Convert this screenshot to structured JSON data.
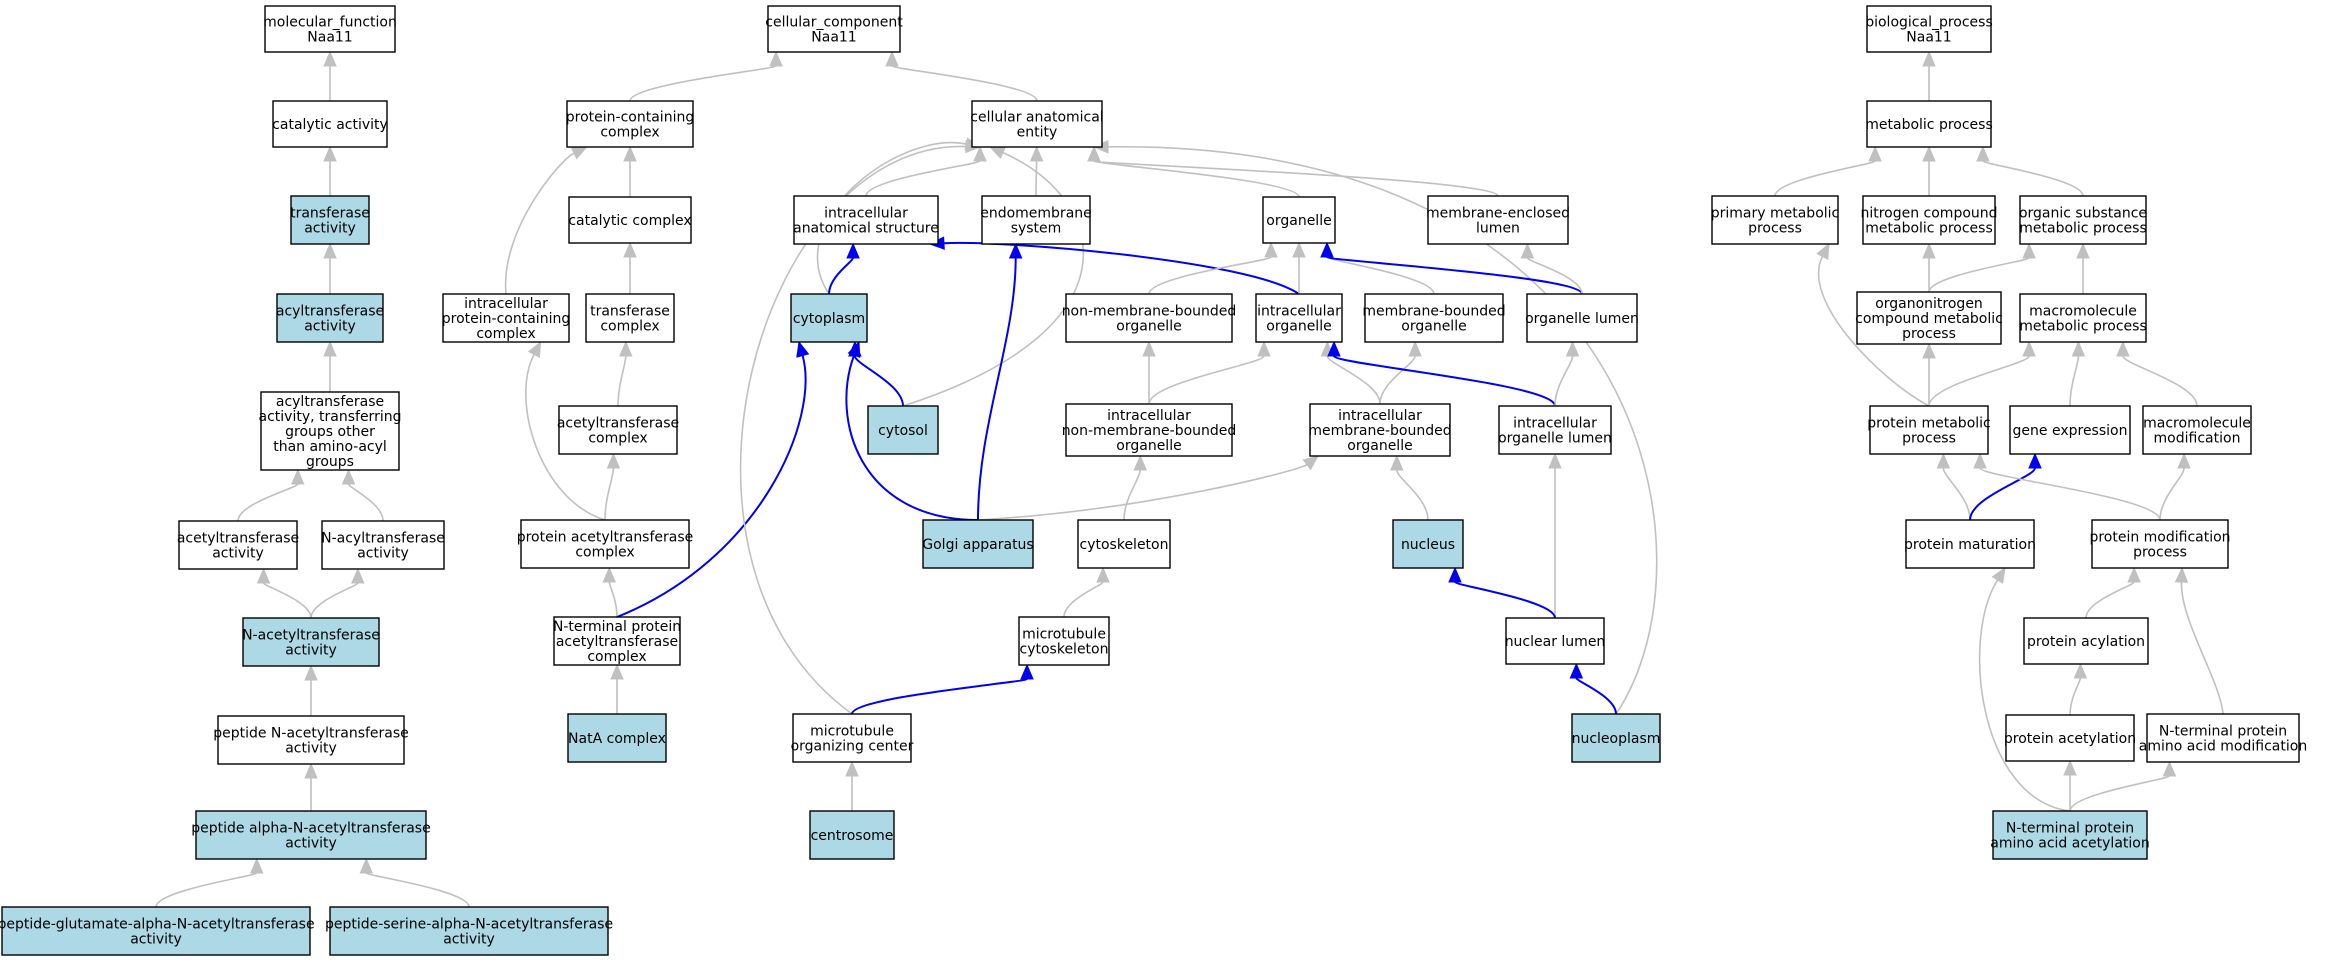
{
  "colors": {
    "plain_fill": "#ffffff",
    "annotated_fill": "#add8e6",
    "is_a_edge": "#c0c0c0",
    "part_of_edge": "#0000ee"
  },
  "nodes": [
    {
      "id": "mf_root",
      "lines": [
        "molecular_function",
        "Naa11"
      ],
      "annotated": false
    },
    {
      "id": "catalytic_activity",
      "lines": [
        "catalytic activity"
      ],
      "annotated": false
    },
    {
      "id": "transferase_activity",
      "lines": [
        "transferase",
        "activity"
      ],
      "annotated": true
    },
    {
      "id": "acyltransferase_activity",
      "lines": [
        "acyltransferase",
        "activity"
      ],
      "annotated": true
    },
    {
      "id": "acyltransferase_other",
      "lines": [
        "acyltransferase",
        "activity, transferring",
        "groups other",
        "than amino-acyl",
        "groups"
      ],
      "annotated": false
    },
    {
      "id": "acetyltransferase_activity",
      "lines": [
        "acetyltransferase",
        "activity"
      ],
      "annotated": false
    },
    {
      "id": "n_acyltransferase_activity",
      "lines": [
        "N-acyltransferase",
        "activity"
      ],
      "annotated": false
    },
    {
      "id": "n_acetyltransferase_activity",
      "lines": [
        "N-acetyltransferase",
        "activity"
      ],
      "annotated": true
    },
    {
      "id": "peptide_n_acetyltransferase",
      "lines": [
        "peptide N-acetyltransferase",
        "activity"
      ],
      "annotated": false
    },
    {
      "id": "peptide_alpha_n_acetyltransferase",
      "lines": [
        "peptide alpha-N-acetyltransferase",
        "activity"
      ],
      "annotated": true
    },
    {
      "id": "peptide_glutamate",
      "lines": [
        "peptide-glutamate-alpha-N-acetyltransferase",
        "activity"
      ],
      "annotated": true
    },
    {
      "id": "peptide_serine",
      "lines": [
        "peptide-serine-alpha-N-acetyltransferase",
        "activity"
      ],
      "annotated": true
    },
    {
      "id": "cc_root",
      "lines": [
        "cellular_component",
        "Naa11"
      ],
      "annotated": false
    },
    {
      "id": "protein_containing_complex",
      "lines": [
        "protein-containing",
        "complex"
      ],
      "annotated": false
    },
    {
      "id": "catalytic_complex",
      "lines": [
        "catalytic complex"
      ],
      "annotated": false
    },
    {
      "id": "intracellular_protein_containing_complex",
      "lines": [
        "intracellular",
        "protein-containing",
        "complex"
      ],
      "annotated": false
    },
    {
      "id": "transferase_complex",
      "lines": [
        "transferase",
        "complex"
      ],
      "annotated": false
    },
    {
      "id": "acetyltransferase_complex",
      "lines": [
        "acetyltransferase",
        "complex"
      ],
      "annotated": false
    },
    {
      "id": "protein_acetyltransferase_complex",
      "lines": [
        "protein acetyltransferase",
        "complex"
      ],
      "annotated": false
    },
    {
      "id": "n_terminal_protein_acetyltransferase_complex",
      "lines": [
        "N-terminal protein",
        "acetyltransferase",
        "complex"
      ],
      "annotated": false
    },
    {
      "id": "nata_complex",
      "lines": [
        "NatA complex"
      ],
      "annotated": true
    },
    {
      "id": "cellular_anatomical_entity",
      "lines": [
        "cellular anatomical",
        "entity"
      ],
      "annotated": false
    },
    {
      "id": "intracellular_anatomical_structure",
      "lines": [
        "intracellular",
        "anatomical structure"
      ],
      "annotated": false
    },
    {
      "id": "endomembrane_system",
      "lines": [
        "endomembrane",
        "system"
      ],
      "annotated": false
    },
    {
      "id": "organelle",
      "lines": [
        "organelle"
      ],
      "annotated": false
    },
    {
      "id": "membrane_enclosed_lumen",
      "lines": [
        "membrane-enclosed",
        "lumen"
      ],
      "annotated": false
    },
    {
      "id": "cytoplasm",
      "lines": [
        "cytoplasm"
      ],
      "annotated": true
    },
    {
      "id": "cytosol",
      "lines": [
        "cytosol"
      ],
      "annotated": true
    },
    {
      "id": "non_membrane_bounded_organelle",
      "lines": [
        "non-membrane-bounded",
        "organelle"
      ],
      "annotated": false
    },
    {
      "id": "intracellular_organelle",
      "lines": [
        "intracellular",
        "organelle"
      ],
      "annotated": false
    },
    {
      "id": "membrane_bounded_organelle",
      "lines": [
        "membrane-bounded",
        "organelle"
      ],
      "annotated": false
    },
    {
      "id": "organelle_lumen",
      "lines": [
        "organelle lumen"
      ],
      "annotated": false
    },
    {
      "id": "intracellular_non_membrane_bounded_organelle",
      "lines": [
        "intracellular",
        "non-membrane-bounded",
        "organelle"
      ],
      "annotated": false
    },
    {
      "id": "intracellular_membrane_bounded_organelle",
      "lines": [
        "intracellular",
        "membrane-bounded",
        "organelle"
      ],
      "annotated": false
    },
    {
      "id": "intracellular_organelle_lumen",
      "lines": [
        "intracellular",
        "organelle lumen"
      ],
      "annotated": false
    },
    {
      "id": "golgi_apparatus",
      "lines": [
        "Golgi apparatus"
      ],
      "annotated": true
    },
    {
      "id": "cytoskeleton",
      "lines": [
        "cytoskeleton"
      ],
      "annotated": false
    },
    {
      "id": "nucleus",
      "lines": [
        "nucleus"
      ],
      "annotated": true
    },
    {
      "id": "microtubule_cytoskeleton",
      "lines": [
        "microtubule",
        "cytoskeleton"
      ],
      "annotated": false
    },
    {
      "id": "nuclear_lumen",
      "lines": [
        "nuclear lumen"
      ],
      "annotated": false
    },
    {
      "id": "microtubule_organizing_center",
      "lines": [
        "microtubule",
        "organizing center"
      ],
      "annotated": false
    },
    {
      "id": "nucleoplasm",
      "lines": [
        "nucleoplasm"
      ],
      "annotated": true
    },
    {
      "id": "centrosome",
      "lines": [
        "centrosome"
      ],
      "annotated": true
    },
    {
      "id": "bp_root",
      "lines": [
        "biological_process",
        "Naa11"
      ],
      "annotated": false
    },
    {
      "id": "metabolic_process",
      "lines": [
        "metabolic process"
      ],
      "annotated": false
    },
    {
      "id": "primary_metabolic_process",
      "lines": [
        "primary metabolic",
        "process"
      ],
      "annotated": false
    },
    {
      "id": "nitrogen_compound_metabolic_process",
      "lines": [
        "nitrogen compound",
        "metabolic process"
      ],
      "annotated": false
    },
    {
      "id": "organic_substance_metabolic_process",
      "lines": [
        "organic substance",
        "metabolic process"
      ],
      "annotated": false
    },
    {
      "id": "organonitrogen_compound_metabolic_process",
      "lines": [
        "organonitrogen",
        "compound metabolic",
        "process"
      ],
      "annotated": false
    },
    {
      "id": "macromolecule_metabolic_process",
      "lines": [
        "macromolecule",
        "metabolic process"
      ],
      "annotated": false
    },
    {
      "id": "protein_metabolic_process",
      "lines": [
        "protein metabolic",
        "process"
      ],
      "annotated": false
    },
    {
      "id": "gene_expression",
      "lines": [
        "gene expression"
      ],
      "annotated": false
    },
    {
      "id": "macromolecule_modification",
      "lines": [
        "macromolecule",
        "modification"
      ],
      "annotated": false
    },
    {
      "id": "protein_maturation",
      "lines": [
        "protein maturation"
      ],
      "annotated": false
    },
    {
      "id": "protein_modification_process",
      "lines": [
        "protein modification",
        "process"
      ],
      "annotated": false
    },
    {
      "id": "protein_acylation",
      "lines": [
        "protein acylation"
      ],
      "annotated": false
    },
    {
      "id": "protein_acetylation",
      "lines": [
        "protein acetylation"
      ],
      "annotated": false
    },
    {
      "id": "n_terminal_protein_amino_acid_modification",
      "lines": [
        "N-terminal protein",
        "amino acid modification"
      ],
      "annotated": false
    },
    {
      "id": "n_terminal_protein_amino_acid_acetylation",
      "lines": [
        "N-terminal protein",
        "amino acid acetylation"
      ],
      "annotated": true
    }
  ],
  "edges": [
    {
      "from": "catalytic_activity",
      "to": "mf_root",
      "kind": "is_a"
    },
    {
      "from": "transferase_activity",
      "to": "catalytic_activity",
      "kind": "is_a"
    },
    {
      "from": "acyltransferase_activity",
      "to": "transferase_activity",
      "kind": "is_a"
    },
    {
      "from": "acyltransferase_other",
      "to": "acyltransferase_activity",
      "kind": "is_a"
    },
    {
      "from": "acetyltransferase_activity",
      "to": "acyltransferase_other",
      "kind": "is_a"
    },
    {
      "from": "n_acyltransferase_activity",
      "to": "acyltransferase_other",
      "kind": "is_a"
    },
    {
      "from": "n_acetyltransferase_activity",
      "to": "acetyltransferase_activity",
      "kind": "is_a"
    },
    {
      "from": "n_acetyltransferase_activity",
      "to": "n_acyltransferase_activity",
      "kind": "is_a"
    },
    {
      "from": "peptide_n_acetyltransferase",
      "to": "n_acetyltransferase_activity",
      "kind": "is_a"
    },
    {
      "from": "peptide_alpha_n_acetyltransferase",
      "to": "peptide_n_acetyltransferase",
      "kind": "is_a"
    },
    {
      "from": "peptide_glutamate",
      "to": "peptide_alpha_n_acetyltransferase",
      "kind": "is_a"
    },
    {
      "from": "peptide_serine",
      "to": "peptide_alpha_n_acetyltransferase",
      "kind": "is_a"
    },
    {
      "from": "protein_containing_complex",
      "to": "cc_root",
      "kind": "is_a"
    },
    {
      "from": "cellular_anatomical_entity",
      "to": "cc_root",
      "kind": "is_a"
    },
    {
      "from": "catalytic_complex",
      "to": "protein_containing_complex",
      "kind": "is_a"
    },
    {
      "from": "intracellular_protein_containing_complex",
      "to": "protein_containing_complex",
      "kind": "is_a"
    },
    {
      "from": "transferase_complex",
      "to": "catalytic_complex",
      "kind": "is_a"
    },
    {
      "from": "acetyltransferase_complex",
      "to": "transferase_complex",
      "kind": "is_a"
    },
    {
      "from": "protein_acetyltransferase_complex",
      "to": "acetyltransferase_complex",
      "kind": "is_a"
    },
    {
      "from": "protein_acetyltransferase_complex",
      "to": "intracellular_protein_containing_complex",
      "kind": "is_a"
    },
    {
      "from": "n_terminal_protein_acetyltransferase_complex",
      "to": "protein_acetyltransferase_complex",
      "kind": "is_a"
    },
    {
      "from": "nata_complex",
      "to": "n_terminal_protein_acetyltransferase_complex",
      "kind": "is_a"
    },
    {
      "from": "n_terminal_protein_acetyltransferase_complex",
      "to": "cytoplasm",
      "kind": "part_of"
    },
    {
      "from": "intracellular_anatomical_structure",
      "to": "cellular_anatomical_entity",
      "kind": "is_a"
    },
    {
      "from": "endomembrane_system",
      "to": "cellular_anatomical_entity",
      "kind": "is_a"
    },
    {
      "from": "organelle",
      "to": "cellular_anatomical_entity",
      "kind": "is_a"
    },
    {
      "from": "membrane_enclosed_lumen",
      "to": "cellular_anatomical_entity",
      "kind": "is_a"
    },
    {
      "from": "cytoplasm",
      "to": "cellular_anatomical_entity",
      "kind": "is_a"
    },
    {
      "from": "cytosol",
      "to": "cellular_anatomical_entity",
      "kind": "is_a"
    },
    {
      "from": "microtubule_organizing_center",
      "to": "cellular_anatomical_entity",
      "kind": "is_a"
    },
    {
      "from": "nucleoplasm",
      "to": "cellular_anatomical_entity",
      "kind": "is_a"
    },
    {
      "from": "cytoplasm",
      "to": "intracellular_anatomical_structure",
      "kind": "part_of"
    },
    {
      "from": "intracellular_organelle",
      "to": "intracellular_anatomical_structure",
      "kind": "part_of"
    },
    {
      "from": "cytosol",
      "to": "cytoplasm",
      "kind": "part_of"
    },
    {
      "from": "golgi_apparatus",
      "to": "cytoplasm",
      "kind": "part_of"
    },
    {
      "from": "golgi_apparatus",
      "to": "endomembrane_system",
      "kind": "part_of"
    },
    {
      "from": "non_membrane_bounded_organelle",
      "to": "organelle",
      "kind": "is_a"
    },
    {
      "from": "intracellular_organelle",
      "to": "organelle",
      "kind": "is_a"
    },
    {
      "from": "membrane_bounded_organelle",
      "to": "organelle",
      "kind": "is_a"
    },
    {
      "from": "organelle_lumen",
      "to": "organelle",
      "kind": "part_of"
    },
    {
      "from": "organelle_lumen",
      "to": "membrane_enclosed_lumen",
      "kind": "is_a"
    },
    {
      "from": "intracellular_non_membrane_bounded_organelle",
      "to": "non_membrane_bounded_organelle",
      "kind": "is_a"
    },
    {
      "from": "intracellular_non_membrane_bounded_organelle",
      "to": "intracellular_organelle",
      "kind": "is_a"
    },
    {
      "from": "intracellular_membrane_bounded_organelle",
      "to": "intracellular_organelle",
      "kind": "is_a"
    },
    {
      "from": "intracellular_membrane_bounded_organelle",
      "to": "membrane_bounded_organelle",
      "kind": "is_a"
    },
    {
      "from": "intracellular_organelle_lumen",
      "to": "intracellular_organelle",
      "kind": "part_of"
    },
    {
      "from": "intracellular_organelle_lumen",
      "to": "organelle_lumen",
      "kind": "is_a"
    },
    {
      "from": "golgi_apparatus",
      "to": "intracellular_membrane_bounded_organelle",
      "kind": "is_a"
    },
    {
      "from": "cytoskeleton",
      "to": "intracellular_non_membrane_bounded_organelle",
      "kind": "is_a"
    },
    {
      "from": "nucleus",
      "to": "intracellular_membrane_bounded_organelle",
      "kind": "is_a"
    },
    {
      "from": "microtubule_cytoskeleton",
      "to": "cytoskeleton",
      "kind": "is_a"
    },
    {
      "from": "microtubule_organizing_center",
      "to": "microtubule_cytoskeleton",
      "kind": "part_of"
    },
    {
      "from": "centrosome",
      "to": "microtubule_organizing_center",
      "kind": "is_a"
    },
    {
      "from": "nuclear_lumen",
      "to": "intracellular_organelle_lumen",
      "kind": "is_a"
    },
    {
      "from": "nuclear_lumen",
      "to": "nucleus",
      "kind": "part_of"
    },
    {
      "from": "nucleoplasm",
      "to": "nuclear_lumen",
      "kind": "part_of"
    },
    {
      "from": "metabolic_process",
      "to": "bp_root",
      "kind": "is_a"
    },
    {
      "from": "primary_metabolic_process",
      "to": "metabolic_process",
      "kind": "is_a"
    },
    {
      "from": "nitrogen_compound_metabolic_process",
      "to": "metabolic_process",
      "kind": "is_a"
    },
    {
      "from": "organic_substance_metabolic_process",
      "to": "metabolic_process",
      "kind": "is_a"
    },
    {
      "from": "organonitrogen_compound_metabolic_process",
      "to": "nitrogen_compound_metabolic_process",
      "kind": "is_a"
    },
    {
      "from": "organonitrogen_compound_metabolic_process",
      "to": "organic_substance_metabolic_process",
      "kind": "is_a"
    },
    {
      "from": "macromolecule_metabolic_process",
      "to": "organic_substance_metabolic_process",
      "kind": "is_a"
    },
    {
      "from": "protein_metabolic_process",
      "to": "primary_metabolic_process",
      "kind": "is_a"
    },
    {
      "from": "protein_metabolic_process",
      "to": "organonitrogen_compound_metabolic_process",
      "kind": "is_a"
    },
    {
      "from": "protein_metabolic_process",
      "to": "macromolecule_metabolic_process",
      "kind": "is_a"
    },
    {
      "from": "gene_expression",
      "to": "macromolecule_metabolic_process",
      "kind": "is_a"
    },
    {
      "from": "macromolecule_modification",
      "to": "macromolecule_metabolic_process",
      "kind": "is_a"
    },
    {
      "from": "protein_maturation",
      "to": "protein_metabolic_process",
      "kind": "is_a"
    },
    {
      "from": "protein_maturation",
      "to": "gene_expression",
      "kind": "part_of"
    },
    {
      "from": "protein_modification_process",
      "to": "protein_metabolic_process",
      "kind": "is_a"
    },
    {
      "from": "protein_modification_process",
      "to": "macromolecule_modification",
      "kind": "is_a"
    },
    {
      "from": "protein_acylation",
      "to": "protein_modification_process",
      "kind": "is_a"
    },
    {
      "from": "protein_acetylation",
      "to": "protein_acylation",
      "kind": "is_a"
    },
    {
      "from": "n_terminal_protein_amino_acid_modification",
      "to": "protein_modification_process",
      "kind": "is_a"
    },
    {
      "from": "n_terminal_protein_amino_acid_acetylation",
      "to": "protein_acetylation",
      "kind": "is_a"
    },
    {
      "from": "n_terminal_protein_amino_acid_acetylation",
      "to": "n_terminal_protein_amino_acid_modification",
      "kind": "is_a"
    },
    {
      "from": "n_terminal_protein_amino_acid_acetylation",
      "to": "protein_maturation",
      "kind": "is_a"
    }
  ]
}
